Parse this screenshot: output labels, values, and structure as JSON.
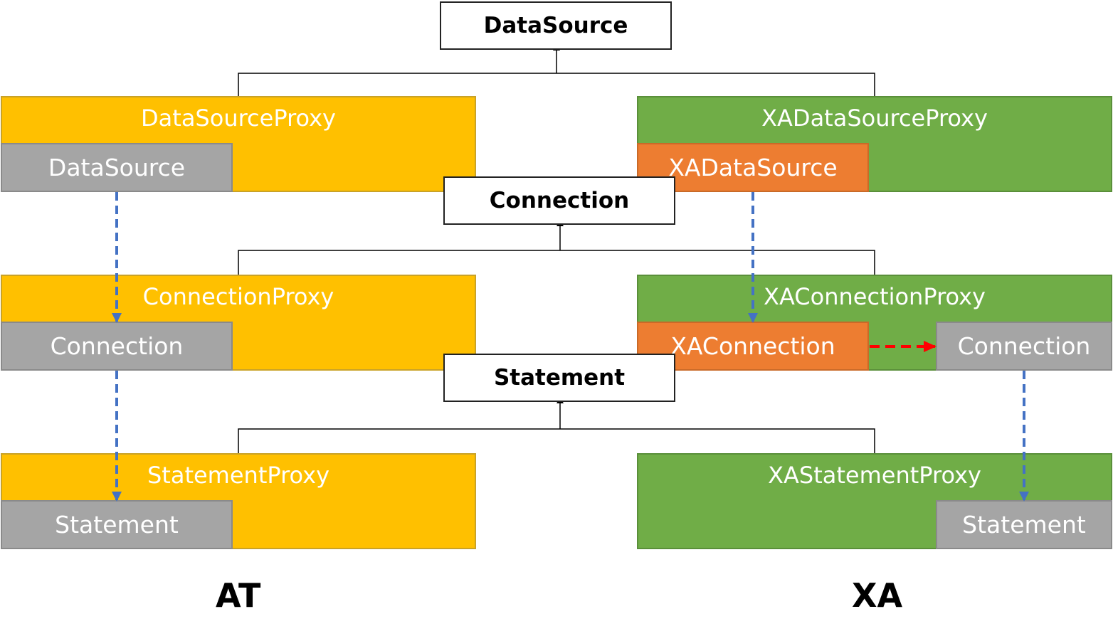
{
  "interfaces": {
    "datasource": "DataSource",
    "connection": "Connection",
    "statement": "Statement"
  },
  "at": {
    "label": "AT",
    "datasource_proxy": {
      "title": "DataSourceProxy",
      "inner": "DataSource"
    },
    "connection_proxy": {
      "title": "ConnectionProxy",
      "inner": "Connection"
    },
    "statement_proxy": {
      "title": "StatementProxy",
      "inner": "Statement"
    }
  },
  "xa": {
    "label": "XA",
    "datasource_proxy": {
      "title": "XADataSourceProxy",
      "inner": "XADataSource"
    },
    "connection_proxy": {
      "title": "XAConnectionProxy",
      "inner": "XAConnection",
      "inner2": "Connection"
    },
    "statement_proxy": {
      "title": "XAStatementProxy",
      "inner": "Statement"
    }
  },
  "colors": {
    "at_proxy": "#ffc000",
    "xa_proxy": "#70ad47",
    "wrapped": "#a5a5a5",
    "xa_resource": "#ed7d31",
    "blue_arrow": "#4472c4",
    "red_arrow": "#ff0000"
  }
}
